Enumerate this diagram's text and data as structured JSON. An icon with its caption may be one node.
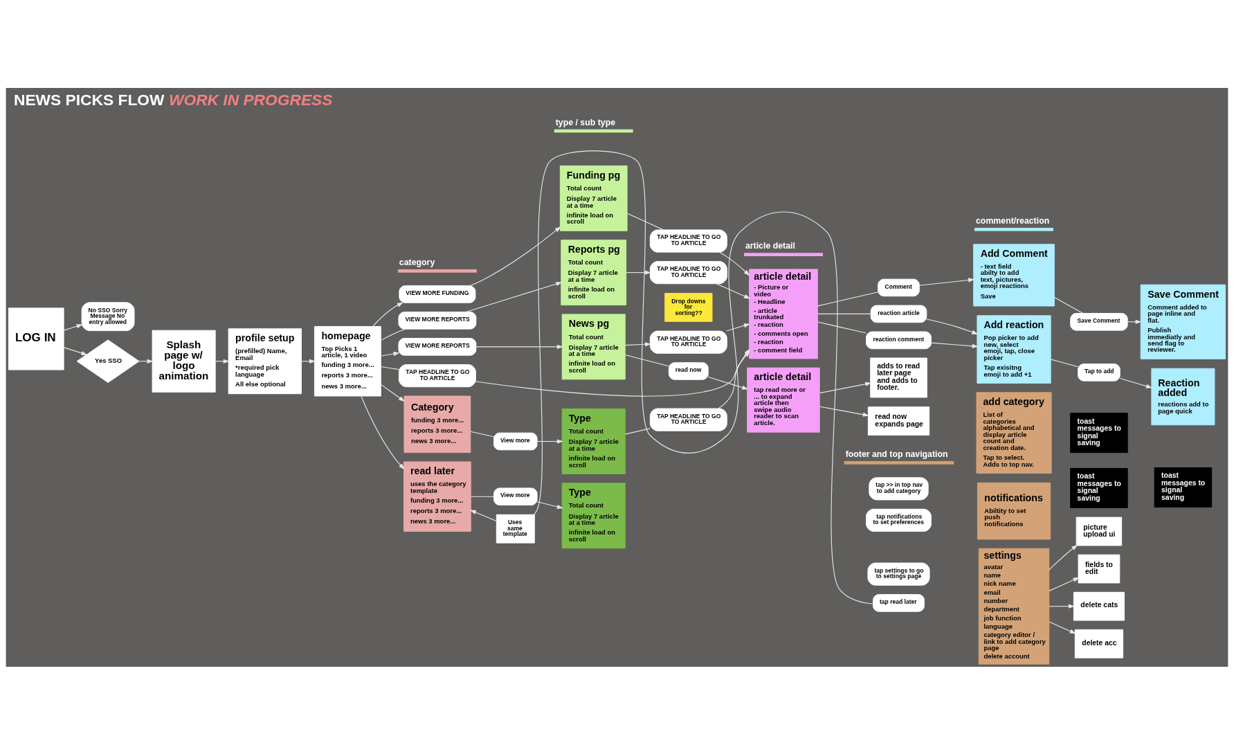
{
  "diagram": {
    "title": "NEWS PICKS FLOW *WORK IN PROGRESS*",
    "nodes": [
      {
        "text": [
          "LOG IN"
        ]
      },
      {
        "text": [
          "No SSO Sorry Message No entry allowed"
        ]
      },
      {
        "text": [
          "Yes SSO"
        ]
      },
      {
        "text": [
          "Splash page w/ logo animation"
        ]
      },
      {
        "text": [
          "profile setup",
          "(prefilled) Name, Email",
          "*required pick language",
          "All else optional"
        ]
      },
      {
        "text": [
          "homepage",
          "Top Picks 1 article, 1 video",
          "funding 3 more...",
          "reports 3 more...",
          "news 3 more..."
        ]
      },
      {
        "text": [
          "VIEW MORE FUNDING"
        ]
      },
      {
        "text": [
          "VIEW MORE REPORTS"
        ]
      },
      {
        "text": [
          "VIEW MORE REPORTS"
        ]
      },
      {
        "text": [
          "Funding pg",
          "Total count",
          "Display 7 article at a time",
          "infinite load on scroll"
        ]
      },
      {
        "text": [
          "Reports pg",
          "Total count",
          "Display 7 article at a time",
          "infinite load on scroll"
        ]
      },
      {
        "text": [
          "Drop downs for sorting??"
        ]
      },
      {
        "text": [
          "News pg",
          "Total count",
          "Display 7 article at a time",
          "infinite load on scroll"
        ]
      },
      {
        "text": [
          "TAP HEADLINE TO GO TO ARTICLE"
        ]
      },
      {
        "text": [
          "TAP HEADLINE TO GO TO ARTICLE"
        ]
      },
      {
        "text": [
          "TAP HEADLINE TO GO TO ARTICLE"
        ]
      },
      {
        "text": [
          "read now"
        ]
      },
      {
        "text": [
          "TAP HEADLINE TO GO TO ARTICLE"
        ]
      },
      {
        "text": [
          "article detail",
          "- Picture or video",
          "- Headline",
          "- article trunkated",
          "- reaction",
          "- comments open",
          "- reaction",
          "- comment field"
        ]
      },
      {
        "text": [
          "TAP HEADLINE TO GO TO ARTICLE"
        ]
      },
      {
        "text": [
          "article detail",
          "tap read more or ... to expand article then swipe audio reader to scan article."
        ]
      },
      {
        "text": [
          "adds to read later page and adds to footer."
        ]
      },
      {
        "text": [
          "read now expands page"
        ]
      },
      {
        "text": [
          "Category",
          "funding 3 more...",
          "reports 3 more...",
          "news 3 more..."
        ]
      },
      {
        "text": [
          "View more"
        ]
      },
      {
        "text": [
          "Type",
          "Total count",
          "Display 7 article at a time",
          "infinite load on scroll"
        ]
      },
      {
        "text": [
          "read later",
          "uses the category template",
          "funding 3 more...",
          "reports 3 more...",
          "news 3 more..."
        ]
      },
      {
        "text": [
          "View more"
        ]
      },
      {
        "text": [
          "Type",
          "Total count",
          "Display 7 article at a time",
          "infinite load on scroll"
        ]
      },
      {
        "text": [
          "Uses same template"
        ]
      },
      {
        "text": [
          "tap read later"
        ]
      },
      {
        "text": [
          "Comment"
        ]
      },
      {
        "text": [
          "reaction article"
        ]
      },
      {
        "text": [
          "reaction comment"
        ]
      },
      {
        "text": [
          "Add Comment",
          "- text field abilty to add text, pictures, emoji reactions",
          "Save"
        ]
      },
      {
        "text": [
          "Add reaction",
          "Pop picker to add new, select emoji, tap, close picker",
          "Tap exisitng emoji to add +1"
        ]
      },
      {
        "text": [
          "Save Comment"
        ]
      },
      {
        "text": [
          "Tap to add"
        ]
      },
      {
        "text": [
          "Save Comment",
          "Comment added to page inline and flat.",
          "Publish immediatly and send flag to reviewer."
        ]
      },
      {
        "text": [
          "Reaction added",
          "reactions add to page quick"
        ]
      },
      {
        "text": [
          "tap >> in top nav to add category"
        ]
      },
      {
        "text": [
          "add category",
          "List of categories alphabetical and display article count and creation date.",
          "Tap to select. Adds to top nav."
        ]
      },
      {
        "text": [
          "toast messages to signal saving"
        ]
      },
      {
        "text": [
          "tap notifications to set preferences"
        ]
      },
      {
        "text": [
          "notifications",
          "Abiltity to set push notifications"
        ]
      },
      {
        "text": [
          "toast messages to signal saving"
        ]
      },
      {
        "text": [
          "tap settings to go to settings page"
        ]
      },
      {
        "text": [
          "settings",
          "avatar",
          "name",
          "nick name",
          "email",
          "number",
          "department",
          "job function",
          "language",
          "category editor / link to add category page",
          "delete account"
        ]
      },
      {
        "text": [
          "picture upload ui"
        ]
      },
      {
        "text": [
          "fields to edit"
        ]
      },
      {
        "text": [
          "delete cats"
        ]
      },
      {
        "text": [
          "delete acc"
        ]
      },
      {
        "text": [
          "toast messages to signal saving"
        ]
      }
    ],
    "edges": [
      {
        "from": 0,
        "to": 1,
        "arrow": "to"
      },
      {
        "from": 0,
        "to": 2,
        "arrow": "to"
      },
      {
        "from": 2,
        "to": 3,
        "arrow": "to"
      },
      {
        "from": 3,
        "to": 4,
        "arrow": "to"
      },
      {
        "from": 4,
        "to": 5,
        "arrow": "to"
      },
      {
        "from": 5,
        "to": 6,
        "arrow": "to"
      },
      {
        "from": 5,
        "to": 7,
        "arrow": "none"
      },
      {
        "from": 5,
        "to": 8,
        "arrow": "to"
      },
      {
        "from": 6,
        "to": 9,
        "arrow": "to"
      },
      {
        "from": 7,
        "to": 10,
        "arrow": "to"
      },
      {
        "from": 8,
        "to": 12,
        "arrow": "to"
      },
      {
        "from": 9,
        "to": 13,
        "arrow": "none"
      },
      {
        "from": 10,
        "to": 14,
        "arrow": "to"
      },
      {
        "from": 12,
        "to": 15,
        "arrow": "to"
      },
      {
        "from": 13,
        "to": 18,
        "arrow": "to"
      },
      {
        "from": 14,
        "to": 18,
        "arrow": "to"
      },
      {
        "from": 15,
        "to": 18,
        "arrow": "to"
      },
      {
        "from": 12,
        "to": 16,
        "arrow": "none"
      },
      {
        "from": 16,
        "to": 20,
        "arrow": "to"
      },
      {
        "from": 5,
        "to": 17,
        "arrow": "none"
      },
      {
        "from": 17,
        "to": 18,
        "arrow": "to"
      },
      {
        "from": 5,
        "to": 23,
        "arrow": "to"
      },
      {
        "from": 5,
        "to": 26,
        "arrow": "to"
      },
      {
        "from": 23,
        "to": 24,
        "arrow": "none"
      },
      {
        "from": 24,
        "to": 25,
        "arrow": "to"
      },
      {
        "from": 26,
        "to": 27,
        "arrow": "none"
      },
      {
        "from": 27,
        "to": 28,
        "arrow": "to"
      },
      {
        "from": 25,
        "to": 19,
        "arrow": "none"
      },
      {
        "from": 19,
        "to": 18,
        "arrow": "to"
      },
      {
        "from": 18,
        "to": 31,
        "arrow": "none"
      },
      {
        "from": 31,
        "to": 34,
        "arrow": "to"
      },
      {
        "from": 18,
        "to": 32,
        "arrow": "none"
      },
      {
        "from": 32,
        "to": 35,
        "arrow": "to"
      },
      {
        "from": 18,
        "to": 33,
        "arrow": "none"
      },
      {
        "from": 33,
        "to": 35,
        "arrow": "to"
      },
      {
        "from": 34,
        "to": 36,
        "arrow": "none"
      },
      {
        "from": 36,
        "to": 38,
        "arrow": "to"
      },
      {
        "from": 35,
        "to": 37,
        "arrow": "none"
      },
      {
        "from": 37,
        "to": 39,
        "arrow": "to"
      },
      {
        "from": 20,
        "to": 21,
        "arrow": "to"
      },
      {
        "from": 20,
        "to": 22,
        "arrow": "to"
      },
      {
        "from": 30,
        "to": 29,
        "arrow": "none"
      },
      {
        "from": 29,
        "to": 26,
        "arrow": "to"
      },
      {
        "from": 47,
        "to": 48,
        "arrow": "to"
      },
      {
        "from": 47,
        "to": 49,
        "arrow": "to"
      },
      {
        "from": 47,
        "to": 50,
        "arrow": "to"
      },
      {
        "from": 47,
        "to": 51,
        "arrow": "to"
      }
    ],
    "legend": [
      {
        "text": "category",
        "color": "#eda3a6"
      },
      {
        "text": "type / sub type",
        "color": "#c5f09a"
      },
      {
        "text": "article detail",
        "color": "#f5a0f5"
      },
      {
        "text": "comment/reaction",
        "color": "#b0ecf5"
      },
      {
        "text": "footer and top navigation",
        "color": "#d4a070"
      }
    ]
  }
}
